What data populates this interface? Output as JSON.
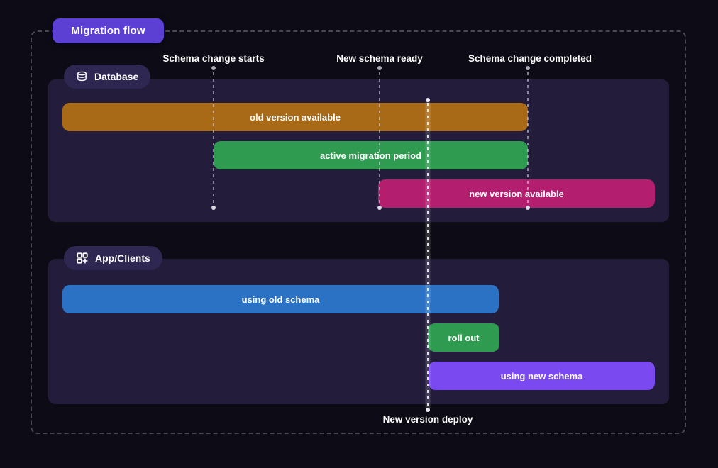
{
  "title_badge": {
    "label": "Migration flow"
  },
  "timeline": {
    "markers": [
      {
        "label": "Schema change starts"
      },
      {
        "label": "New schema ready"
      },
      {
        "label": "Schema change completed"
      }
    ],
    "deploy_label": "New version deploy"
  },
  "sections": [
    {
      "label": "Database",
      "icon": "database-icon",
      "bars": [
        {
          "label": "old version available",
          "color": "#a96a17"
        },
        {
          "label": "active migration period",
          "color": "#2e9b51"
        },
        {
          "label": "new version available",
          "color": "#b41e6f"
        }
      ]
    },
    {
      "label": "App/Clients",
      "icon": "apps-plus-icon",
      "bars": [
        {
          "label": "using old schema",
          "color": "#2b72c4"
        },
        {
          "label": "roll out",
          "color": "#2e9b51"
        },
        {
          "label": "using new schema",
          "color": "#7a4af0"
        }
      ]
    }
  ],
  "colors": {
    "background": "#0d0b15",
    "panel": "#231d3b",
    "badge_title": "#5c40d4",
    "badge_section": "#2e2752",
    "text": "#ffffff"
  }
}
